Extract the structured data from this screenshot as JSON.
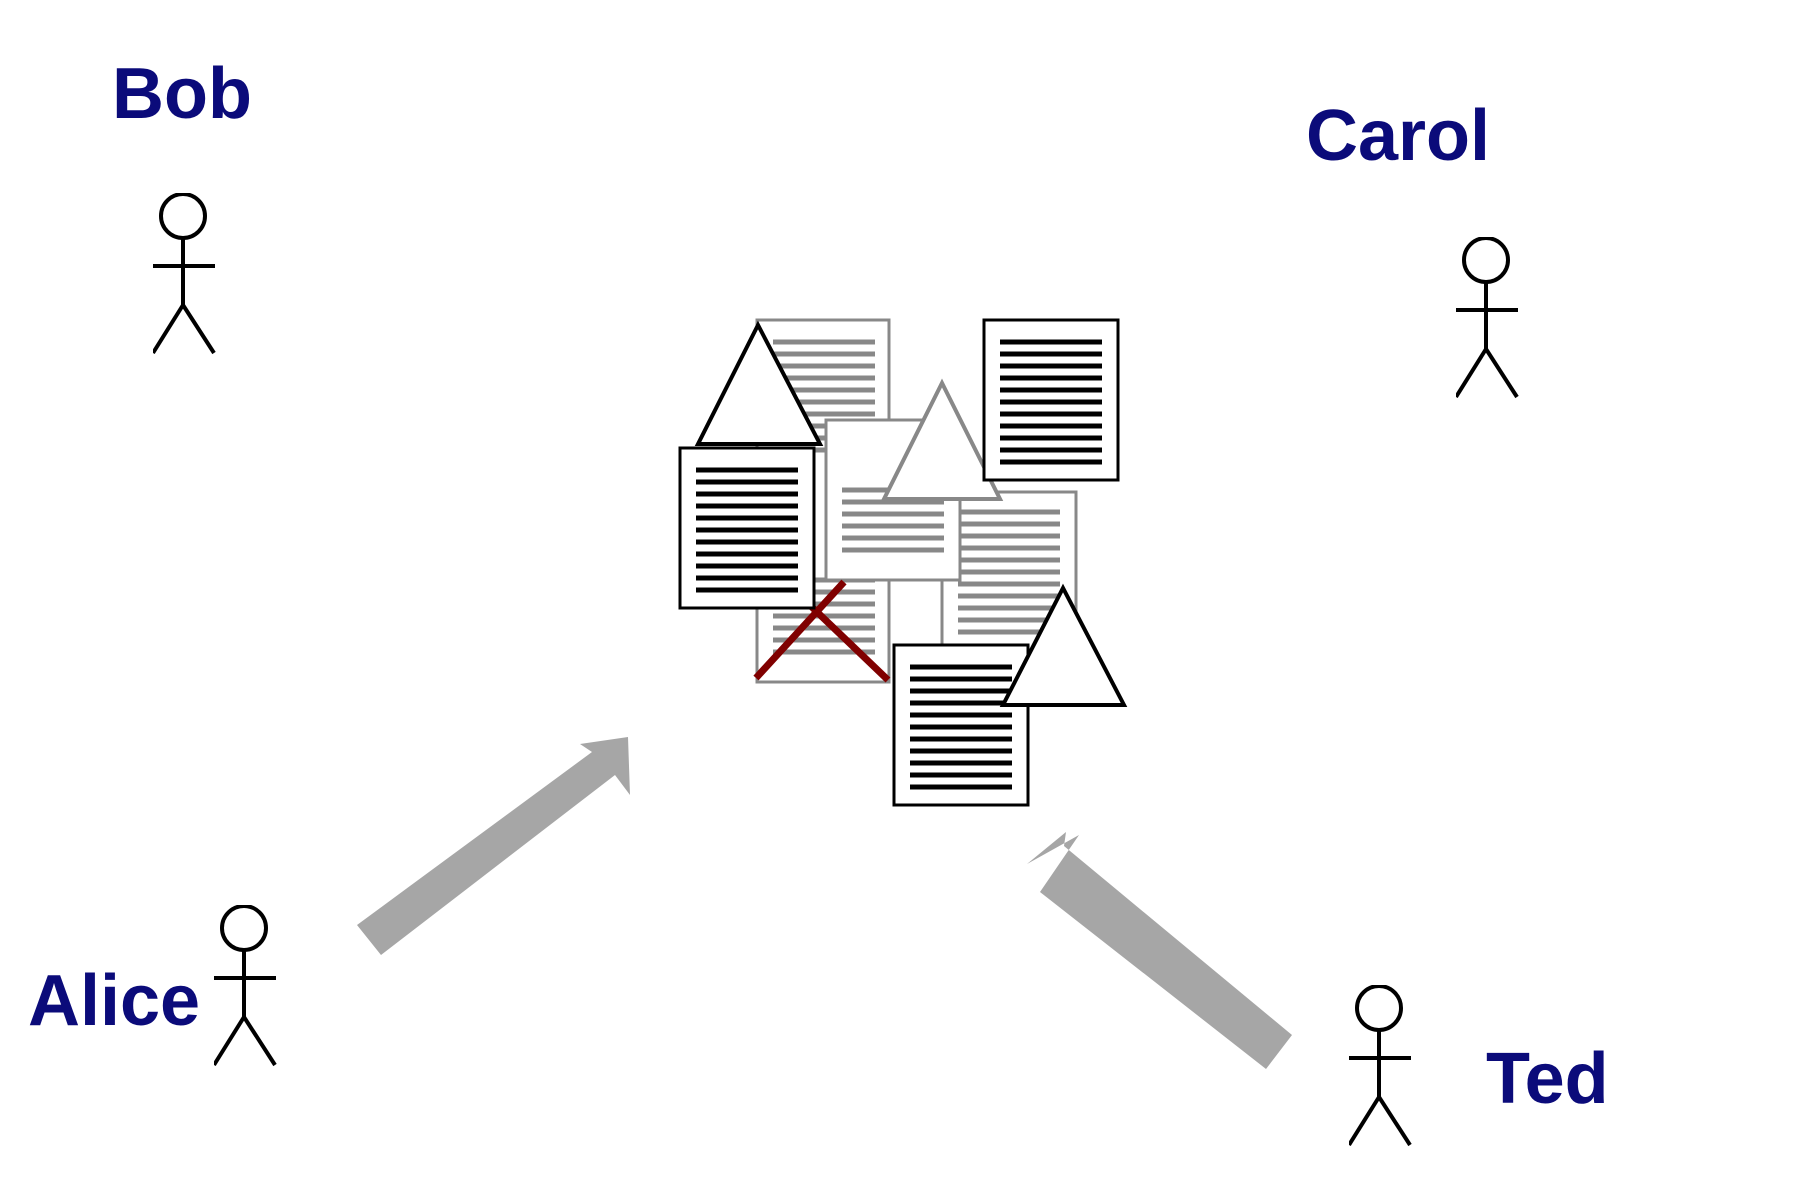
{
  "people": [
    {
      "id": "bob",
      "name": "Bob"
    },
    {
      "id": "carol",
      "name": "Carol"
    },
    {
      "id": "alice",
      "name": "Alice"
    },
    {
      "id": "ted",
      "name": "Ted"
    }
  ],
  "colors": {
    "label": "#0b0b7a",
    "arrow": "#a6a6a6",
    "active_doc": "#000000",
    "faded_doc": "#888888",
    "cross": "#800000",
    "figure": "#000000"
  },
  "icons": {
    "figure": "stick-figure-icon",
    "document": "document-icon",
    "triangle": "triangle-icon",
    "cross": "x-mark-icon",
    "arrow": "block-arrow-icon"
  }
}
